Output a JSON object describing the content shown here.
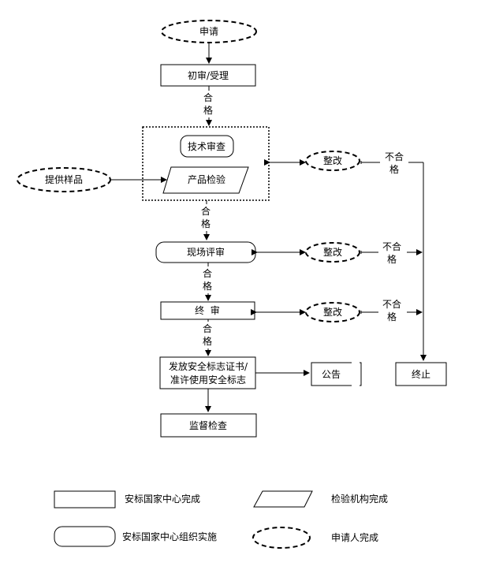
{
  "nodes": {
    "apply": "申请",
    "initial_review": "初审/受理",
    "tech_review": "技术审查",
    "product_test": "产品检验",
    "provide_samples": "提供样品",
    "onsite_review": "现场评审",
    "final_review": "终  审",
    "issue_cert_line1": "发放安全标志证书/",
    "issue_cert_line2": "准许使用安全标志",
    "announcement": "公告",
    "terminate": "终止",
    "supervision": "监督检查",
    "rectify": "整改"
  },
  "edge_labels": {
    "pass_ch1": "合",
    "pass_ch2": "格",
    "fail_line1": "不合",
    "fail_line2": "格"
  },
  "legend": {
    "rect": "安标国家中心完成",
    "parallelogram": "检验机构完成",
    "rounded": "安标国家中心组织实施",
    "dashed_ellipse": "申请人完成"
  }
}
